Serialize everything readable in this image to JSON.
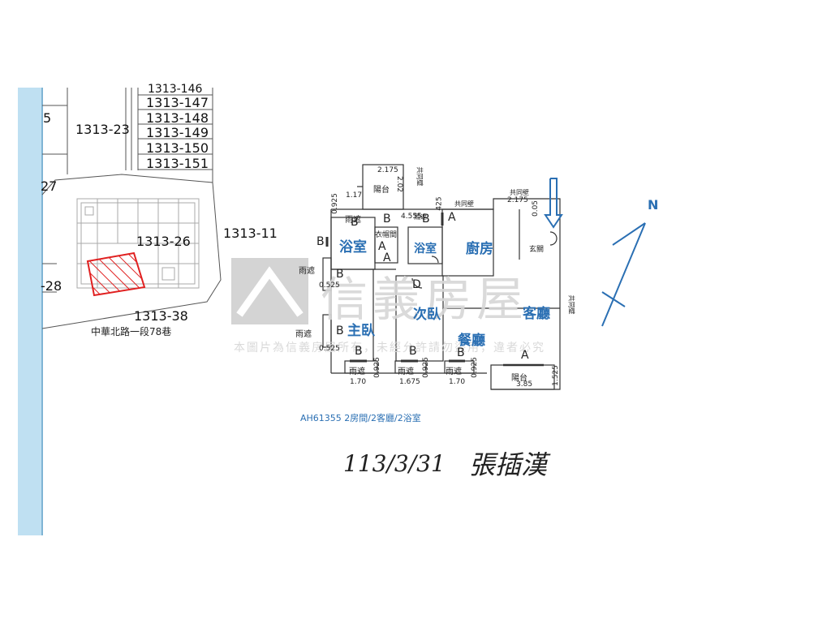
{
  "cadastral_map": {
    "lots": {
      "l146": "1313-146",
      "l147": "1313-147",
      "l148": "1313-148",
      "l149": "1313-149",
      "l150": "1313-150",
      "l151": "1313-151",
      "l23": "1313-23",
      "l11": "1313-11",
      "l26": "1313-26",
      "l38": "1313-38"
    },
    "edge_labels": {
      "e5": "5",
      "e27": "27",
      "e28": "-28"
    },
    "street": "中華北路一段78巷"
  },
  "floor_plan": {
    "rooms": {
      "bath1": "浴室",
      "bath2": "浴室",
      "kitchen": "廚房",
      "bedroom2": "次臥",
      "master": "主臥",
      "dining": "餐廳",
      "living": "客廳"
    },
    "small_labels": {
      "closet": "衣帽間",
      "entry": "玄關",
      "balcony_top": "陽台",
      "balcony_bottom": "陽台",
      "shared_wall_1": "共同壁",
      "shared_wall_2": "共同壁",
      "shared_wall_3": "共同壁",
      "shared_wall_4": "共同壁",
      "canopy_1": "雨遮",
      "canopy_2": "雨遮",
      "canopy_3": "雨遮",
      "canopy_4": "雨遮",
      "canopy_5": "雨遮",
      "canopy_6": "雨遮",
      "canopy_7": "雨遮"
    },
    "dimensions": {
      "d_2175a": "2.175",
      "d_117": "1.17",
      "d_202": "2.02",
      "d_0925a": "0.925",
      "d_425": "425",
      "d_4555": "4.555",
      "d_2175b": "2.175",
      "d_005": "0.05",
      "d_0525a": "0.525",
      "d_0525b": "0.525",
      "d_0925b": "0.925",
      "d_0925c": "0.925",
      "d_0925d": "0.925",
      "d_170a": "1.70",
      "d_1675": "1.675",
      "d_170b": "1.70",
      "d_385": "3.85",
      "d_1525": "1.525"
    },
    "marks": {
      "m1": "B",
      "m2": "B",
      "m3": "B",
      "m4": "A",
      "m5": "B",
      "m6": "A",
      "m7": "A",
      "m8": "B",
      "m9": "D",
      "m10": "B",
      "m11": "B",
      "m12": "B",
      "m13": "B",
      "m14": "A"
    },
    "north": "N",
    "caption": "AH61355 2房間/2客廳/2浴室"
  },
  "watermark": {
    "brand": "信義房屋",
    "notice": "本圖片為信義房屋所有，未經允許請勿盜用，違者必究"
  },
  "handwriting": {
    "date": "113/3/31",
    "signature": "張插漢"
  },
  "colors": {
    "accent": "#2a6fb3",
    "hatch": "#e02020",
    "strip": "#bfe0f2"
  }
}
